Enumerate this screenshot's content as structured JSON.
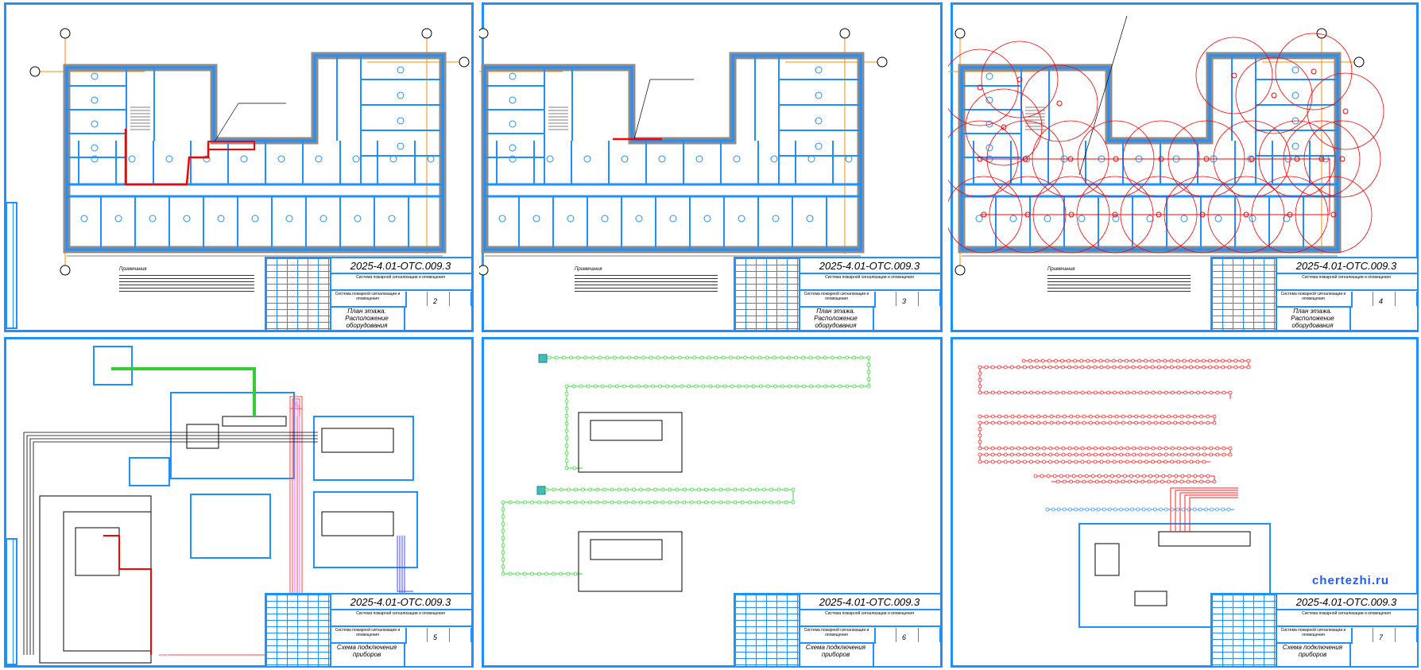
{
  "title_block": {
    "code": "2025-4.01-ОТС.009.3",
    "org_text": "Система пожарной сигнализации и оповещения",
    "plan_name": "План этажа. Расположение оборудования",
    "scheme_name": "Схема подключения приборов"
  },
  "notes_heading": "Примечания",
  "sheets": [
    {
      "id": "plan-1",
      "number": "2"
    },
    {
      "id": "plan-2",
      "number": "3"
    },
    {
      "id": "plan-3",
      "number": "4"
    },
    {
      "id": "scheme-1",
      "number": "5"
    },
    {
      "id": "scheme-2",
      "number": "6"
    },
    {
      "id": "scheme-3",
      "number": "7"
    }
  ],
  "watermark": "chertezhi.ru",
  "colors": {
    "frame": "#1e90ff",
    "wall": "#8c8c8c",
    "alarm": "#ff0000",
    "loop": "#33dd33",
    "accent": "#ff8c00"
  }
}
